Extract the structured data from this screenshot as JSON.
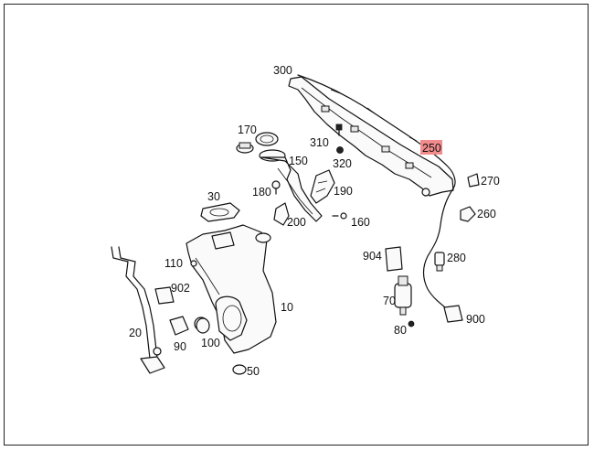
{
  "callouts": {
    "p300": "300",
    "p170": "170",
    "p310": "310",
    "p250": "250",
    "p150": "150",
    "p320": "320",
    "p270": "270",
    "p30": "30",
    "p180": "180",
    "p190": "190",
    "p260": "260",
    "p200": "200",
    "p160": "160",
    "p904": "904",
    "p280": "280",
    "p110": "110",
    "p902": "902",
    "p10": "10",
    "p70": "70",
    "p900": "900",
    "p20": "20",
    "p80": "80",
    "p90": "90",
    "p100": "100",
    "p50": "50"
  },
  "colors": {
    "highlight": "#f28b8b",
    "line": "#111111",
    "border": "#222222"
  }
}
